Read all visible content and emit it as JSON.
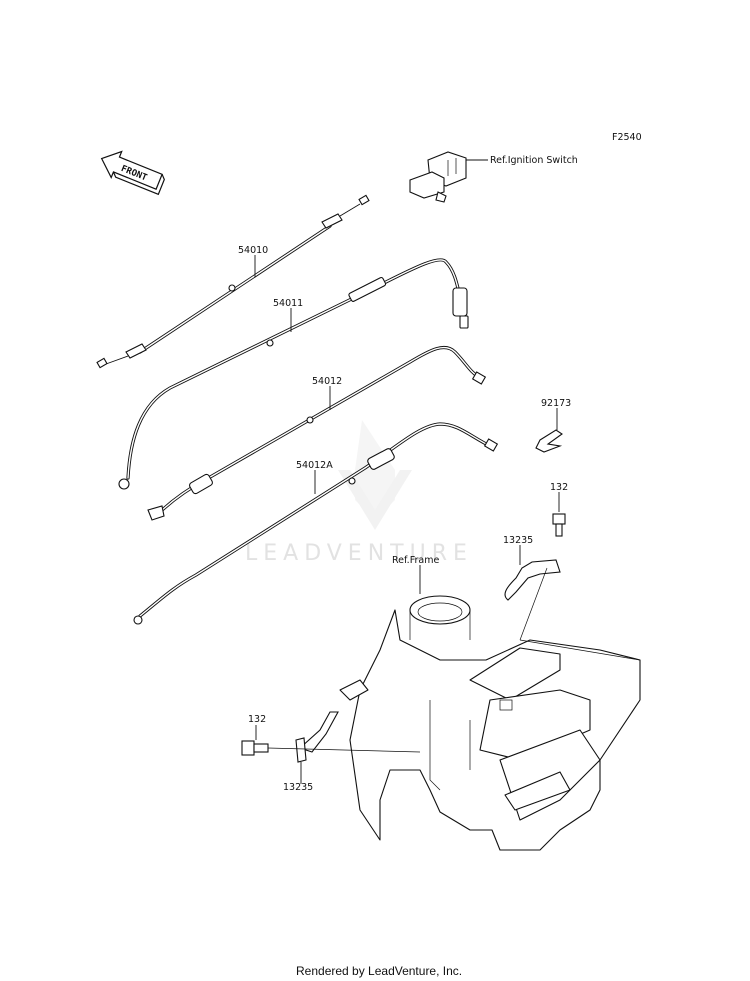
{
  "figure_code": "F2540",
  "front_badge": "FRONT",
  "watermark": "LEADVENTURE",
  "footer": "Rendered by LeadVenture, Inc.",
  "callouts": {
    "ignition_switch": "Ref.Ignition Switch",
    "frame": "Ref.Frame",
    "p54010": "54010",
    "p54011": "54011",
    "p54012": "54012",
    "p54012a": "54012A",
    "p92173": "92173",
    "p132_upper": "132",
    "p13235_upper": "13235",
    "p132_lower": "132",
    "p13235_lower": "13235"
  }
}
